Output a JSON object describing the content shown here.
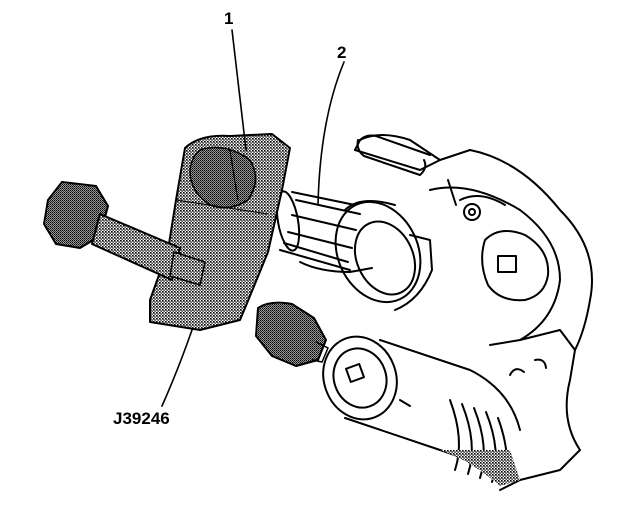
{
  "callouts": {
    "one": "1",
    "two": "2",
    "tool": "J39246"
  },
  "colors": {
    "ink": "#000000",
    "paper": "#ffffff",
    "stipple": "#000000"
  }
}
